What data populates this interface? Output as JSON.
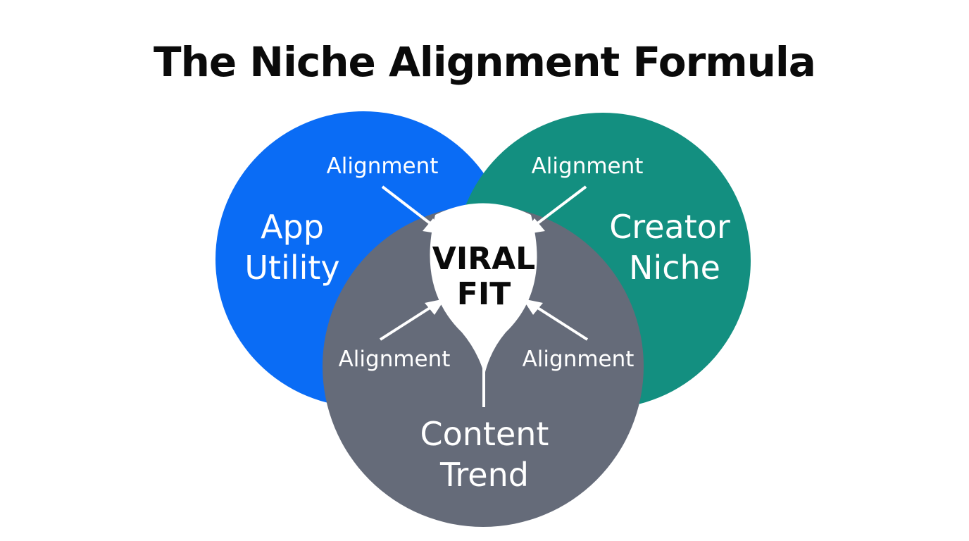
{
  "title": "The Niche Alignment Formula",
  "sets": {
    "app_utility": {
      "line1": "App",
      "line2": "Utility",
      "color": "#0a6cf5"
    },
    "creator_niche": {
      "line1": "Creator",
      "line2": "Niche",
      "color": "#138f80"
    },
    "content_trend": {
      "line1": "Content",
      "line2": "Trend",
      "color": "#656b79"
    }
  },
  "center": {
    "line1": "VIRAL",
    "line2": "FIT",
    "color": "#ffffff"
  },
  "alignment_labels": {
    "top_left": "Alignment",
    "top_right": "Alignment",
    "bottom_left": "Alignment",
    "bottom_right": "Alignment"
  }
}
